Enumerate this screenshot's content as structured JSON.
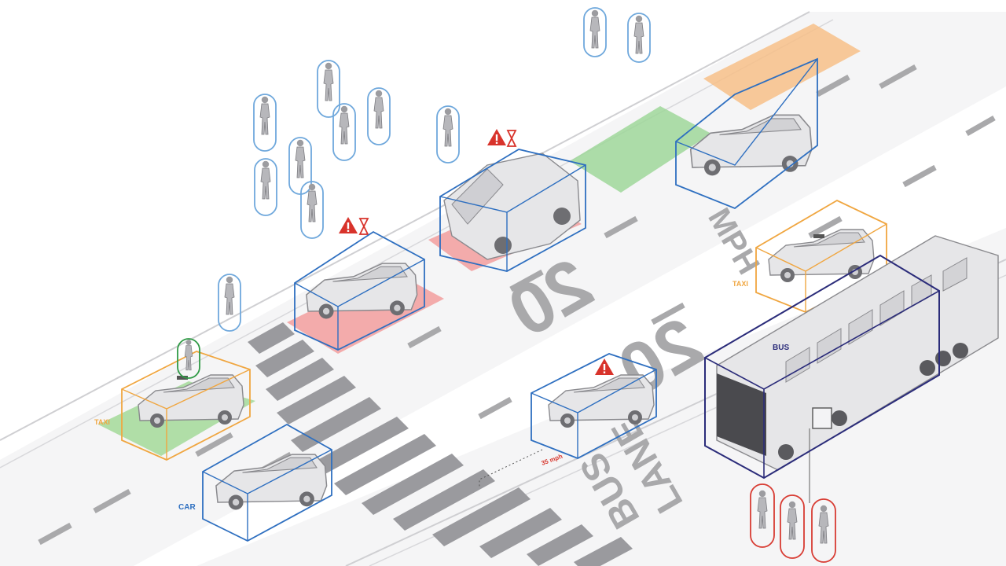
{
  "labels": {
    "taxi_left": "TAXI",
    "taxi_right": "TAXI",
    "car": "CAR",
    "bus": "BUS",
    "distance": "35 mph"
  },
  "road_markings": {
    "speed_number": "20",
    "speed_unit": "MPH",
    "lane_line1": "BUS",
    "lane_line2": "LANE"
  },
  "colors": {
    "road": "#f4f4f4",
    "road_edge": "#c9c9cb",
    "lane_dash": "#a9a9ab",
    "crosswalk": "#9a9a9e",
    "vehicle_fill": "#e6e6e8",
    "vehicle_stroke": "#8a8a8e",
    "box_blue": "#2e6fc0",
    "box_navy": "#2b2c7a",
    "box_orange": "#f0a640",
    "box_red": "#d83c33",
    "box_green": "#2f9a45",
    "person_blue": "#6fa8dc",
    "zone_green": "#9fd79a",
    "zone_red": "#f3a3a3",
    "zone_orange": "#f7bf88",
    "warning": "#d8332b"
  },
  "icons": [
    "warning-icon",
    "hourglass-icon",
    "pedestrian-icon"
  ]
}
